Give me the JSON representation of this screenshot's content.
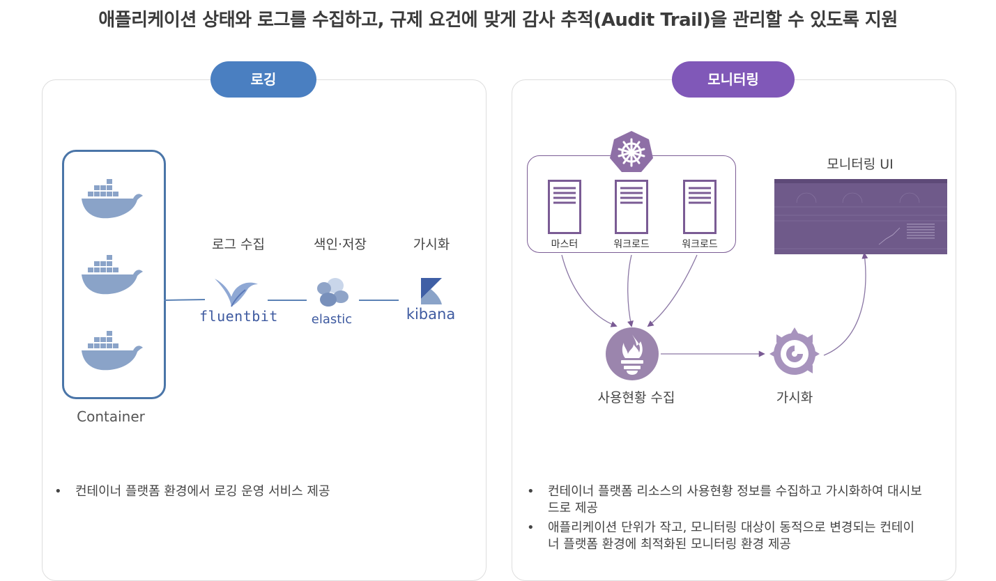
{
  "title": "애플리케이션 상태와 로그를 수집하고, 규제 요건에 맞게 감사 추적(Audit Trail)을 관리할 수 있도록 지원",
  "logging": {
    "pill_label": "로깅",
    "pill_color": "#4a7fc1",
    "container_label": "Container",
    "steps": [
      {
        "label": "로그 수집",
        "brand": "fluentbit"
      },
      {
        "label": "색인·저장",
        "brand": "elastic"
      },
      {
        "label": "가시화",
        "brand": "kibana"
      }
    ],
    "bullets": [
      "컨테이너 플랫폼 환경에서 로깅 운영 서비스 제공"
    ]
  },
  "monitoring": {
    "pill_label": "모니터링",
    "pill_color": "#8058b8",
    "nodes": [
      "마스터",
      "워크로드",
      "워크로드"
    ],
    "collector_label": "사용현황 수집",
    "visualize_label": "가시화",
    "ui_label": "모니터링 UI",
    "bullets": [
      "컨테이너 플랫폼 리소스의 사용현황 정보를 수집하고 가시화하여 대시보드로 제공",
      "애플리케이션 단위가 작고, 모니터링 대상이 동적으로 변경되는 컨테이너 플랫폼 환경에 최적화된 모니터링 환경 제공"
    ]
  },
  "bullet_char": "•",
  "colors": {
    "docker": "#8aa3c8",
    "container_border": "#4a75a8",
    "line": "#5b82b5",
    "purple": "#7a5b94",
    "prometheus": "#9b85ad",
    "dashboard": "#6f5a8a"
  }
}
